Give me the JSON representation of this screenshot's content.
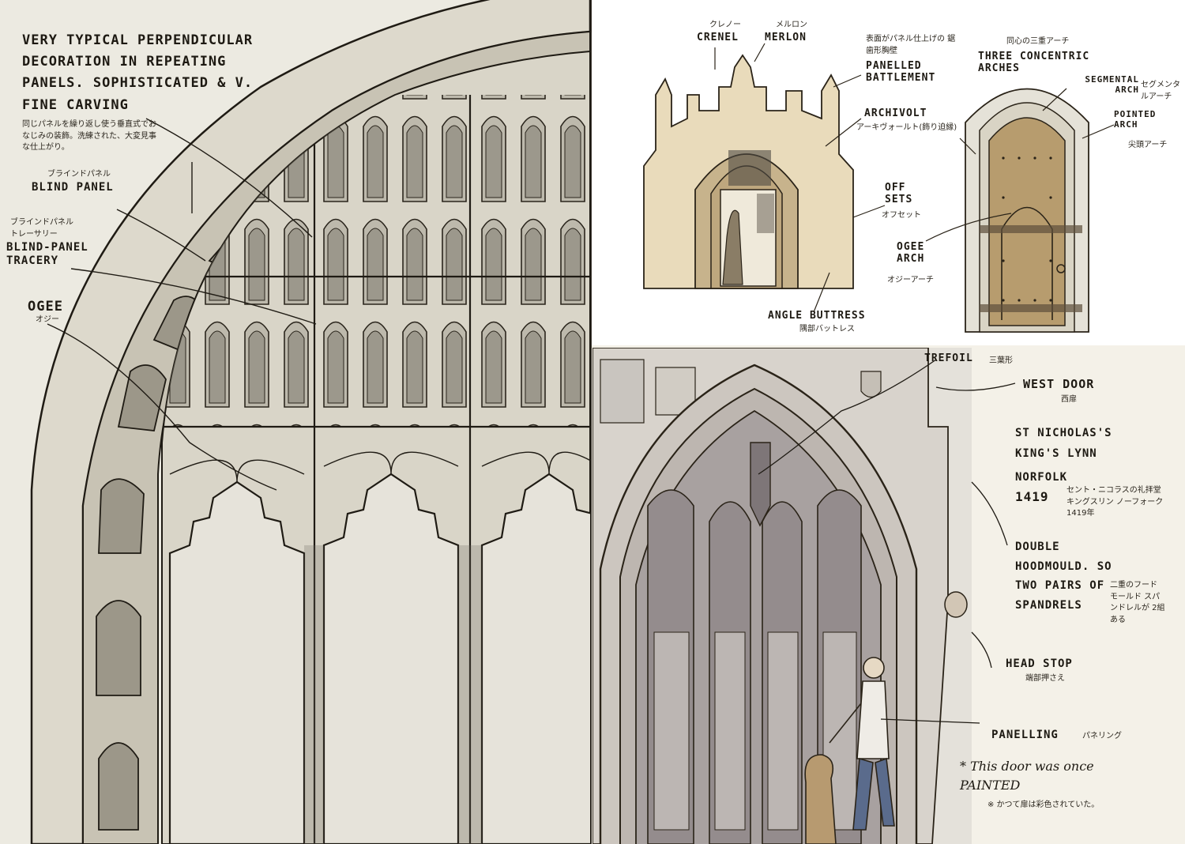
{
  "left_page": {
    "intro_note": "VERY TYPICAL PERPENDICULAR DECORATION IN REPEATING PANELS. SOPHISTICATED & V. FINE CARVING",
    "intro_note_jp": "同じパネルを繰り返し使う垂直式でおなじみの装飾。洗練された、大変見事な仕上がり。",
    "blind_panel": "BLIND PANEL",
    "blind_panel_jp": "ブラインドパネル",
    "blind_panel_tracery": "BLIND-PANEL TRACERY",
    "blind_panel_tracery_jp": "ブラインドパネル トレーサリー",
    "ogee": "OGEE",
    "ogee_jp": "オジー"
  },
  "top_right": {
    "crenel": "CRENEL",
    "crenel_jp": "クレノー",
    "merlon": "MERLON",
    "merlon_jp": "メルロン",
    "panelled_battlement": "PANELLED BATTLEMENT",
    "panelled_battlement_jp": "表面がパネル仕上げの 鋸歯形胸壁",
    "archivolt": "ARCHIVOLT",
    "archivolt_jp": "アーキヴォールト(飾り迫縁)",
    "offsets": "OFF SETS",
    "offsets_jp": "オフセット",
    "angle_buttress": "ANGLE BUTTRESS",
    "angle_buttress_jp": "隅部バットレス",
    "three_arches": "THREE CONCENTRIC ARCHES",
    "three_arches_jp": "同心の三重アーチ",
    "segmental_arch": "SEGMENTAL ARCH",
    "segmental_arch_jp": "セグメンタルアーチ",
    "pointed_arch": "POINTED ARCH",
    "pointed_arch_jp": "尖頭アーチ",
    "ogee_arch": "OGEE ARCH",
    "ogee_arch_jp": "オジーアーチ"
  },
  "bottom_right": {
    "trefoil": "TREFOIL",
    "trefoil_jp": "三葉形",
    "west_door": "WEST DOOR",
    "west_door_jp": "西扉",
    "place_1": "ST NICHOLAS'S",
    "place_2": "KING'S LYNN",
    "place_3": "NORFOLK",
    "year": "1419",
    "place_jp": "セント・ニコラスの礼拝堂 キングスリン ノーフォーク 1419年",
    "double_hoodmould": "DOUBLE HOODMOULD. SO TWO PAIRS OF SPANDRELS",
    "double_hoodmould_jp": "二重のフード モールド スパンドレルが 2組ある",
    "head_stop": "HEAD STOP",
    "head_stop_jp": "端部押さえ",
    "panelling": "PANELLING",
    "panelling_jp": "パネリング",
    "footnote": "* This door was once PAINTED",
    "footnote_jp": "※ かつて扉は彩色されていた。"
  }
}
